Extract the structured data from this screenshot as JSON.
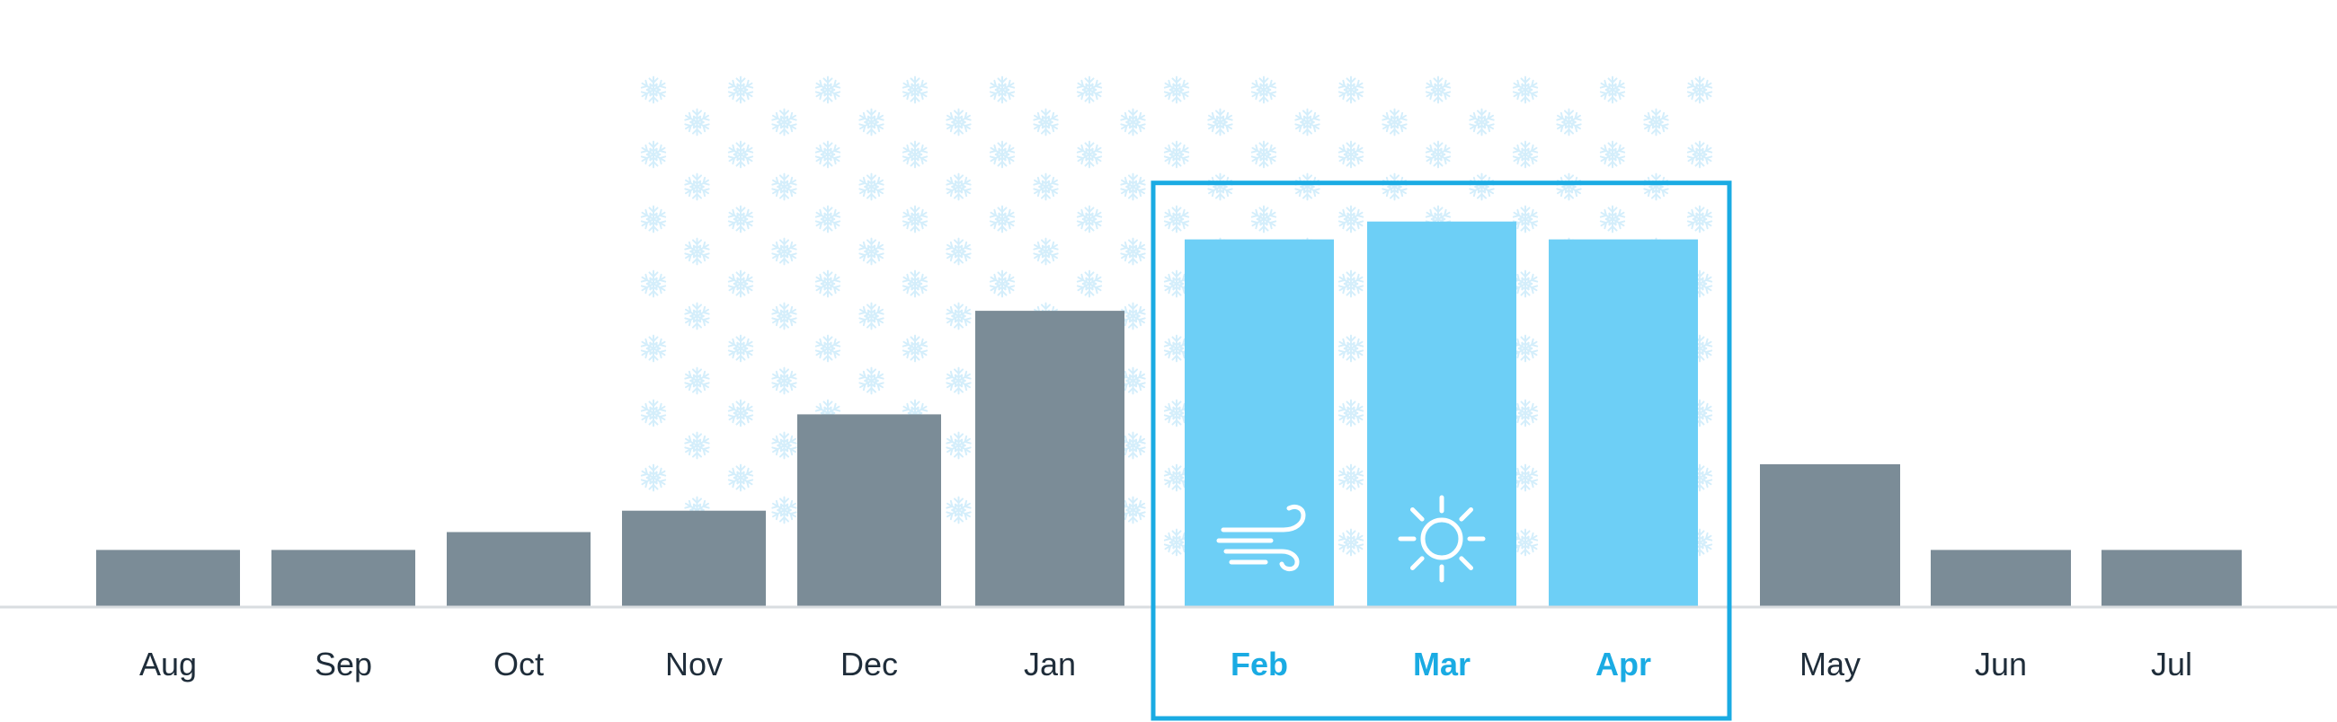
{
  "chart_data": {
    "type": "bar",
    "title": "",
    "xlabel": "",
    "ylabel": "",
    "categories": [
      "Aug",
      "Sep",
      "Oct",
      "Nov",
      "Dec",
      "Jan",
      "Feb",
      "Mar",
      "Apr",
      "May",
      "Jun",
      "Jul"
    ],
    "values": [
      0.8,
      0.8,
      1.05,
      1.35,
      2.7,
      4.15,
      5.15,
      5.4,
      5.15,
      2.0,
      0.8,
      0.8
    ],
    "ylim": [
      0,
      8
    ],
    "grid": false,
    "legend": "none",
    "highlighted_categories": [
      "Feb",
      "Mar",
      "Apr"
    ],
    "snow_period": [
      "Nov",
      "Apr"
    ],
    "bar_icons": {
      "Feb": "wind-icon",
      "Mar": "sun-icon"
    }
  },
  "colors": {
    "bar_default": "#7b8c97",
    "bar_highlight": "#6dcff6",
    "highlight_frame": "#1aabe3",
    "highlight_label": "#1aabe3",
    "label_default": "#1f2d3a",
    "baseline": "#d9dde0",
    "snowflake": "#d4eefb",
    "icon": "#ffffff"
  }
}
